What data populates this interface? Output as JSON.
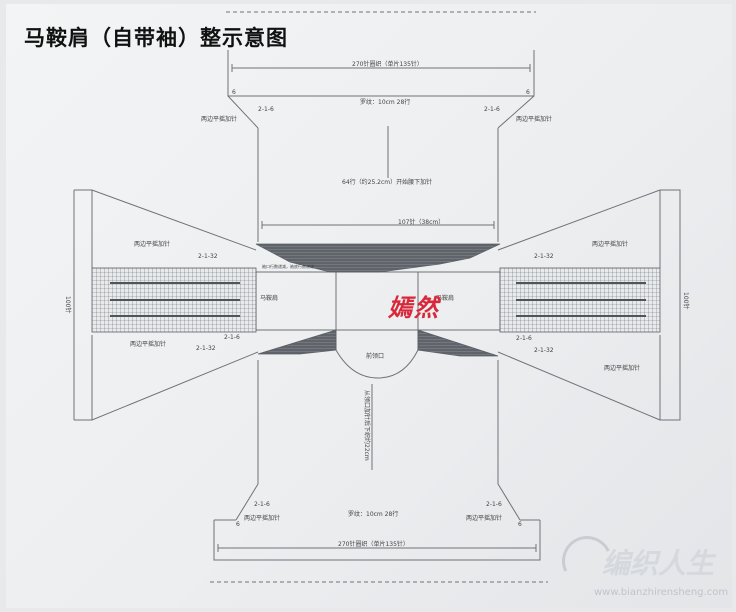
{
  "title": "马鞍肩（自带袖）整示意图",
  "labels": {
    "top_width": "270针圈织（单片135针）",
    "top_rib": "罗纹：10cm 28行",
    "top_shoulder_left": "2-1-6",
    "top_shoulder_right": "2-1-6",
    "top_left_inc": "两边平摇加针",
    "top_right_inc": "两边平摇加针",
    "top_left_step": "6",
    "top_right_step": "6",
    "body_rows": "64行（约25.2cm）开始腰下加针",
    "mid_width": "107针（38cm）",
    "chart_note": "袖口行数递减，袖底行数递增",
    "sleeve_left_inc_top": "两边平摇加针",
    "sleeve_left_step_top": "2-1-32",
    "sleeve_left_inc_bottom": "两边平摇加针",
    "sleeve_left_step_bottom": "2-1-32",
    "sleeve_right_inc_top": "两边平摇加针",
    "sleeve_right_step_top": "2-1-32",
    "sleeve_right_inc_bottom": "两边平摇加针",
    "sleeve_right_step_bottom": "2-1-32",
    "sleeve_left_height": "100针",
    "sleeve_right_height": "100针",
    "saddle_left": "马鞍肩",
    "saddle_right": "马鞍肩",
    "inner_left_step": "2-1-6",
    "inner_right_step": "2-1-6",
    "neck_label": "前领口",
    "lower_body_vertical": "从领口加针后下织约22cm",
    "bottom_shoulder_left": "2-1-6",
    "bottom_shoulder_right": "2-1-6",
    "bottom_left_inc": "两边平摇加针",
    "bottom_right_inc": "两边平摇加针",
    "bottom_rib": "罗纹：10cm 28行",
    "bottom_width": "270针圈织（单片135针）",
    "bottom_left_step": "6",
    "bottom_right_step": "6"
  },
  "watermark": {
    "stamp": "嫣然",
    "logo_name": "编织人生",
    "logo_url": "www.bianzhirensheng.com"
  },
  "colors": {
    "line": "#6f7378",
    "chart": "#5b6066",
    "chart_light": "#d6d9dc",
    "stamp": "#d8283a"
  }
}
